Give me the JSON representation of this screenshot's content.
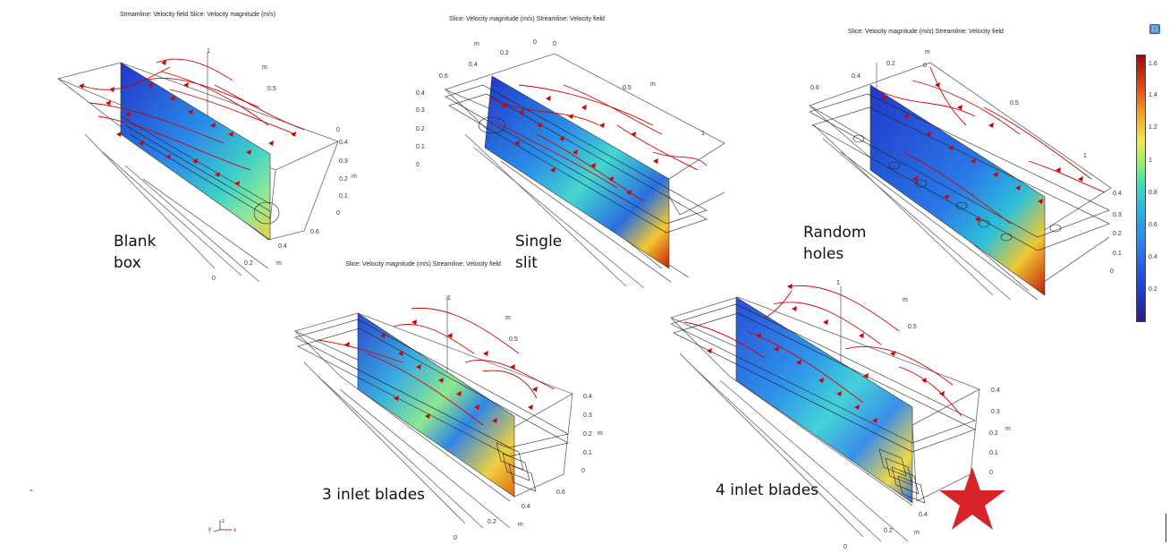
{
  "panels": [
    {
      "id": "blank-box",
      "title": "Streamline: Velocity field  Slice: Velocity magnitude (m/s)",
      "caption": "Blank\nbox",
      "ticks": [
        "1",
        "m",
        "0.5",
        "0",
        "0.4",
        "0.3",
        "0.2",
        "0.1",
        "0",
        "m",
        "0.6",
        "0.4",
        "m",
        "0.2",
        "0"
      ]
    },
    {
      "id": "single-slit",
      "title": "Slice: Velocity magnitude (m/s)  Streamline: Velocity field",
      "caption": "Single\nslit",
      "ticks": [
        "m",
        "0",
        "0",
        "0.2",
        "0.4",
        "0.6",
        "0.4",
        "0.3",
        "0.2",
        "0.1",
        "0",
        "0.5",
        "m",
        "1"
      ]
    },
    {
      "id": "random-holes",
      "title": "Slice: Velocity magnitude (m/s)  Streamline: Velocity field",
      "caption": "Random\nholes",
      "ticks": [
        "m",
        "0",
        "0.2",
        "0.4",
        "0.6",
        "0.5",
        "1",
        "0.4",
        "0.3",
        "0.2",
        "0.1",
        "0"
      ]
    },
    {
      "id": "three-inlet-blades",
      "title": "Slice: Velocity magnitude (m/s)  Streamline: Velocity field",
      "caption": "3 inlet blades",
      "ticks": [
        "1",
        "m",
        "0.5",
        "0.4",
        "0.3",
        "0.2",
        "0.1",
        "0",
        "m",
        "0.6",
        "0.4",
        "m",
        "0.2",
        "0"
      ]
    },
    {
      "id": "four-inlet-blades",
      "title": "",
      "caption": "4 inlet blades",
      "ticks": [
        "1",
        "m",
        "0.5",
        "0.4",
        "0.3",
        "0.2",
        "0.1",
        "0",
        "m",
        "0.4",
        "m",
        "0.2",
        "0"
      ]
    }
  ],
  "colorbar": {
    "ticks": [
      "1.6",
      "1.4",
      "1.2",
      "1",
      "0.8",
      "0.6",
      "0.4",
      "0.2"
    ]
  },
  "axes_triad": {
    "y": "y",
    "z": "z",
    "x": "x"
  },
  "highlight_star_color": "#d8232a",
  "streamline_color": "#d40000",
  "dash_mark": "-"
}
